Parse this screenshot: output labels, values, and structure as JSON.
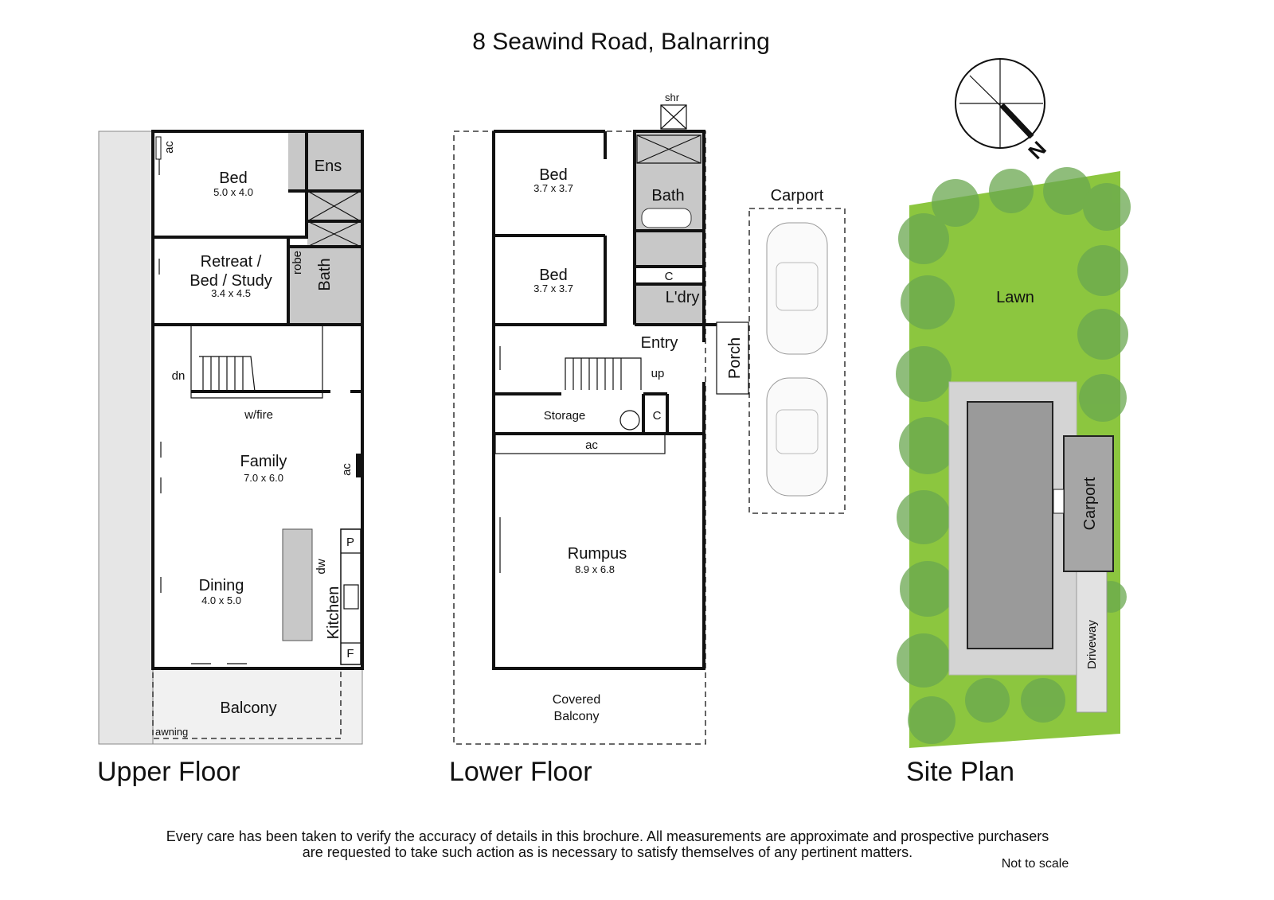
{
  "title": "8 Seawind Road, Balnarring",
  "upper_floor": {
    "heading": "Upper Floor",
    "rooms": {
      "bed": {
        "name": "Bed",
        "size": "5.0 x 4.0"
      },
      "ens": {
        "name": "Ens"
      },
      "retreat_line1": "Retreat /",
      "retreat_line2": "Bed / Study",
      "retreat_size": "3.4 x 4.5",
      "robe": "robe",
      "bath": "Bath",
      "family": {
        "name": "Family",
        "size": "7.0 x 6.0"
      },
      "dining": {
        "name": "Dining",
        "size": "4.0 x 5.0"
      },
      "kitchen": "Kitchen",
      "balcony": "Balcony"
    },
    "labels": {
      "ac1": "ac",
      "ac2": "ac",
      "dn": "dn",
      "wfire": "w/fire",
      "dw": "dw",
      "p": "P",
      "f": "F",
      "awning": "awning"
    }
  },
  "lower_floor": {
    "heading": "Lower Floor",
    "rooms": {
      "bed1": {
        "name": "Bed",
        "size": "3.7 x 3.7"
      },
      "bed2": {
        "name": "Bed",
        "size": "3.7 x 3.7"
      },
      "bath": "Bath",
      "c1": "C",
      "laundry": "L'dry",
      "entry": "Entry",
      "porch": "Porch",
      "storage": "Storage",
      "c2": "C",
      "rumpus": {
        "name": "Rumpus",
        "size": "8.9 x 6.8"
      },
      "covered_balcony_line1": "Covered",
      "covered_balcony_line2": "Balcony"
    },
    "labels": {
      "shr": "shr",
      "up": "up",
      "ac": "ac"
    },
    "carport": "Carport"
  },
  "site_plan": {
    "heading": "Site  Plan",
    "lawn": "Lawn",
    "carport": "Carport",
    "driveway": "Driveway",
    "north": "N"
  },
  "colors": {
    "wet_area": "#c8c8c8",
    "lawn": "#8cc63f",
    "trees": "#6aa84f",
    "building": "#9a9a9a"
  },
  "disclaimer_line1": "Every care has been taken to verify the accuracy of details in this brochure. All measurements are approximate and prospective purchasers",
  "disclaimer_line2": "are requested to take such action as is necessary to satisfy themselves of any pertinent matters.",
  "scale_note": "Not to scale"
}
